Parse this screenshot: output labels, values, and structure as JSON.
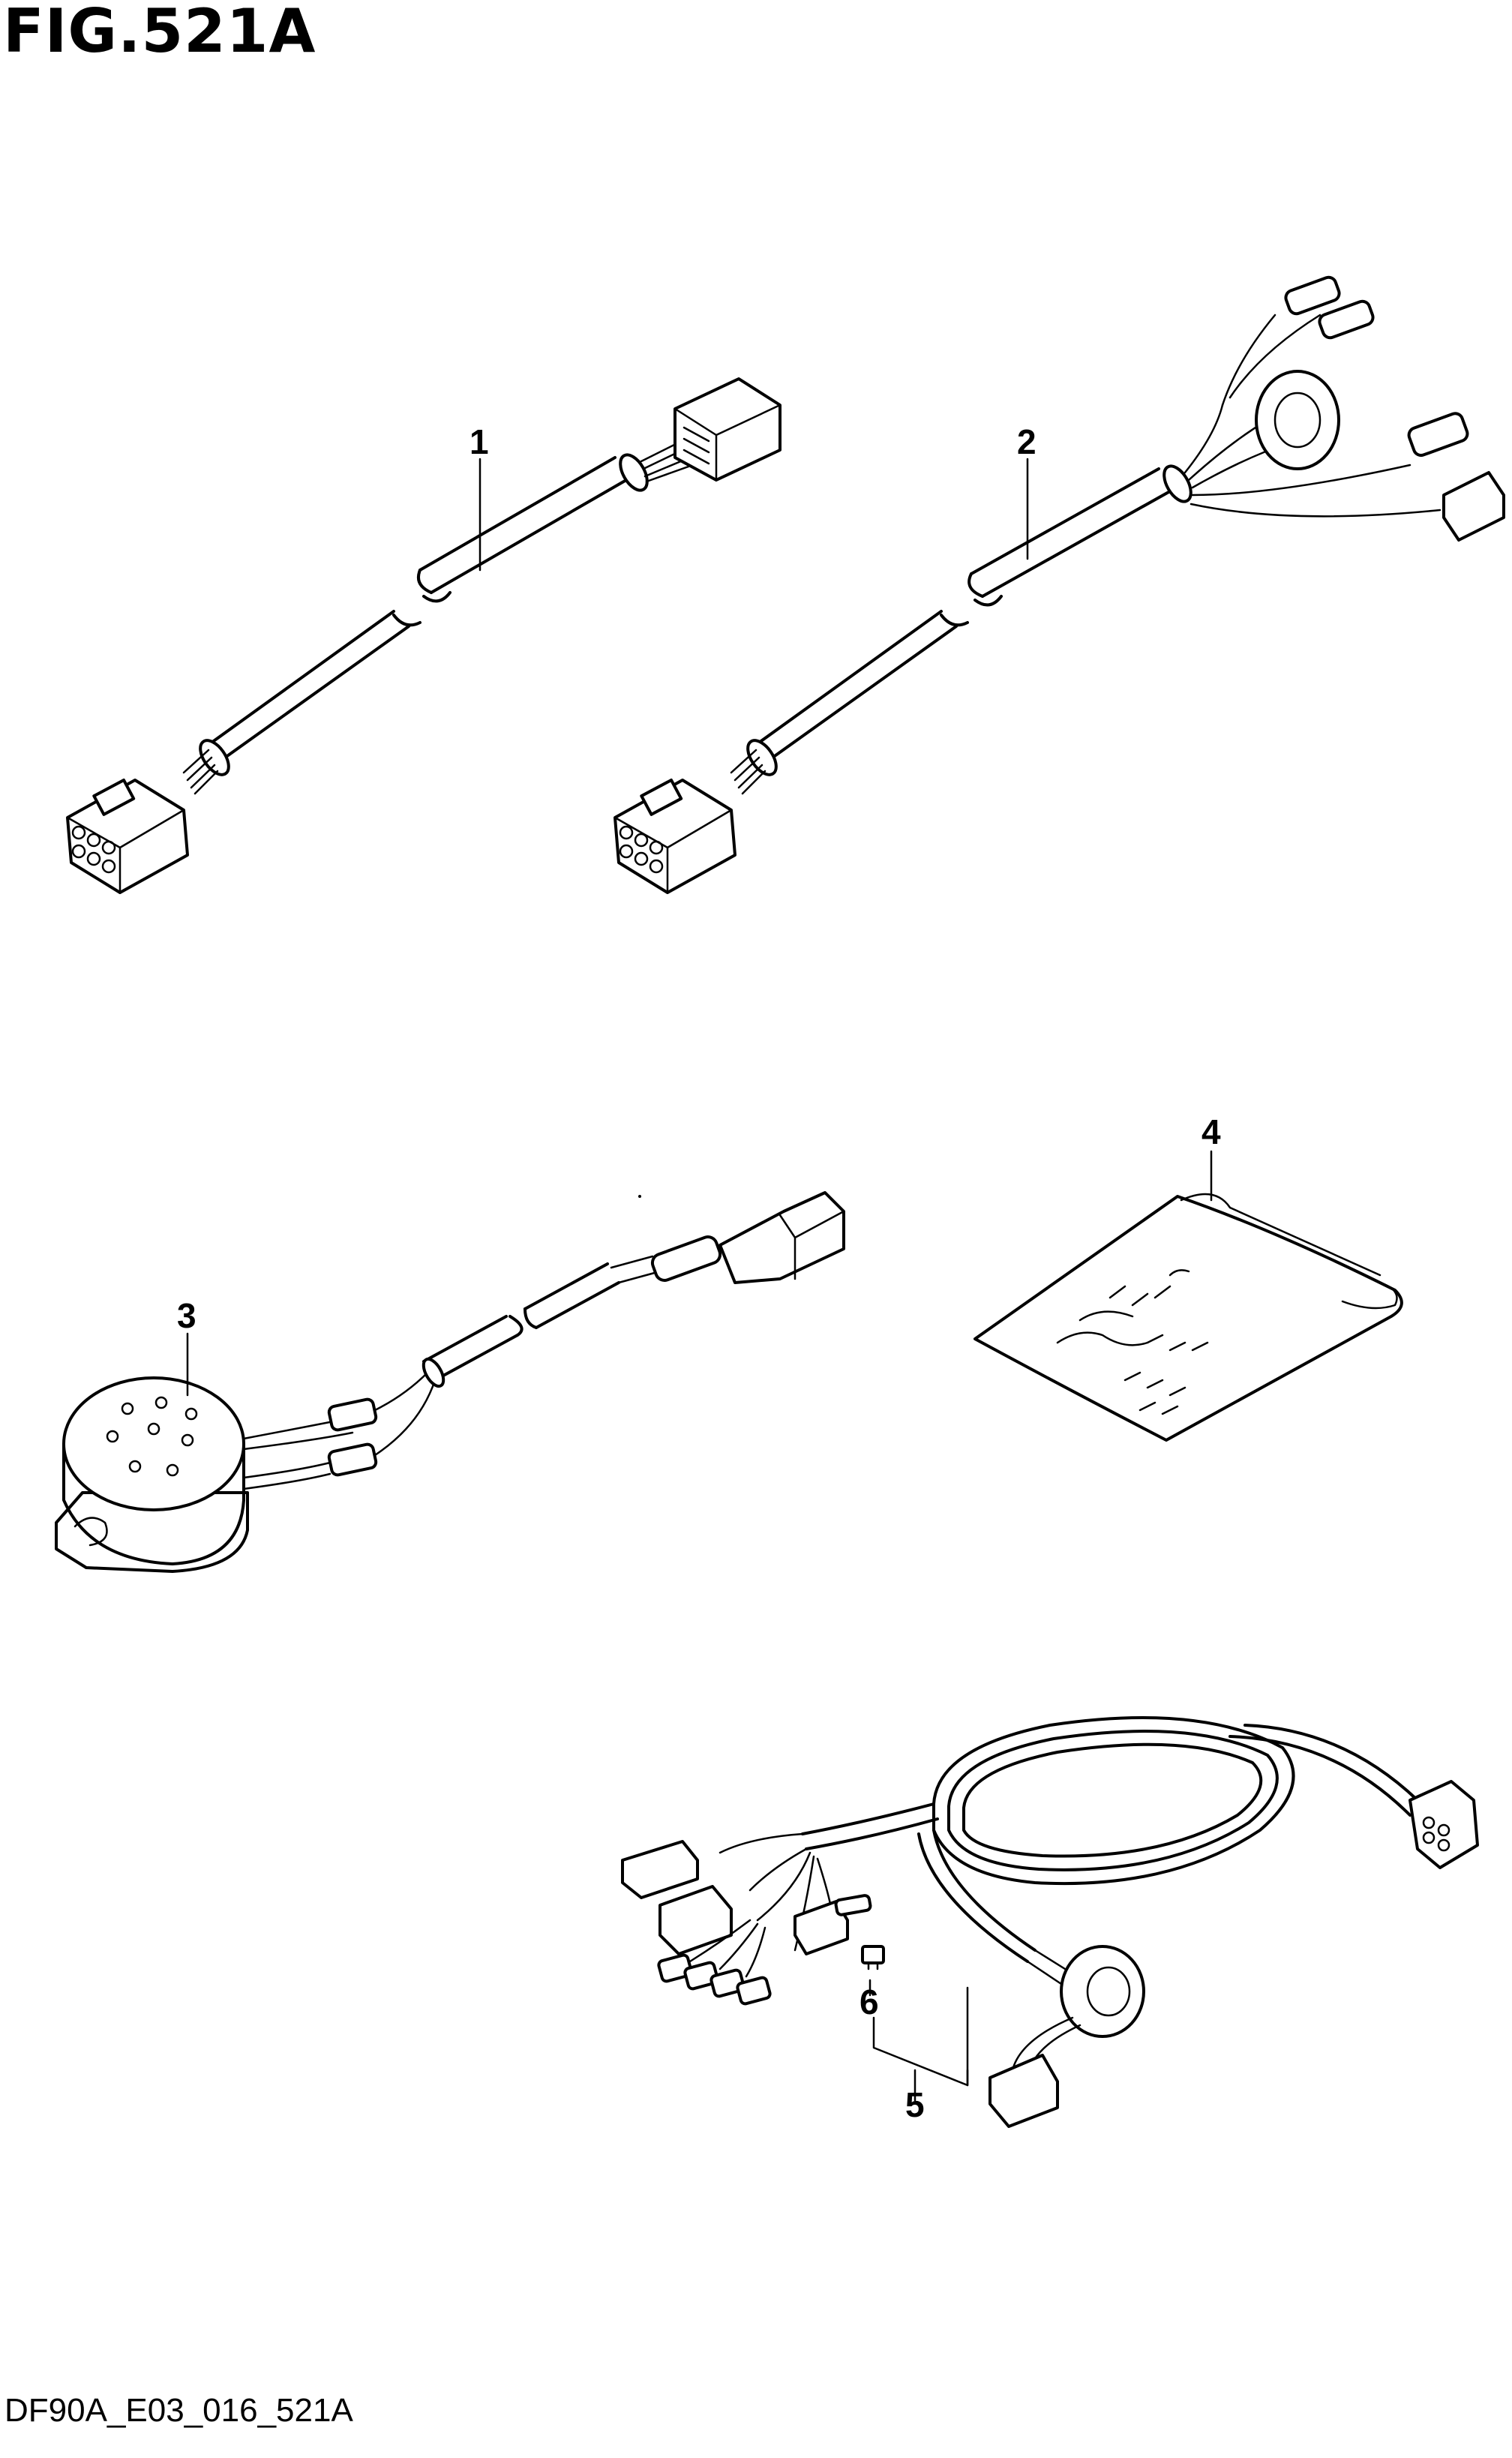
{
  "figure": {
    "title": "FIG.521A",
    "footer_code": "DF90A_E03_016_521A"
  },
  "callouts": [
    {
      "id": "1",
      "label": "1"
    },
    {
      "id": "2",
      "label": "2"
    },
    {
      "id": "3",
      "label": "3"
    },
    {
      "id": "4",
      "label": "4"
    },
    {
      "id": "5",
      "label": "5"
    },
    {
      "id": "6",
      "label": "6"
    }
  ],
  "parts": [
    {
      "callout": "1",
      "icon": "harness-12pin-to-12pin-icon"
    },
    {
      "callout": "2",
      "icon": "harness-12pin-with-branches-icon"
    },
    {
      "callout": "3",
      "icon": "buzzer-with-lead-icon"
    },
    {
      "callout": "4",
      "icon": "parts-bag-icon"
    },
    {
      "callout": "5",
      "icon": "main-wiring-harness-coil-icon"
    },
    {
      "callout": "6",
      "icon": "fuse-icon"
    }
  ]
}
